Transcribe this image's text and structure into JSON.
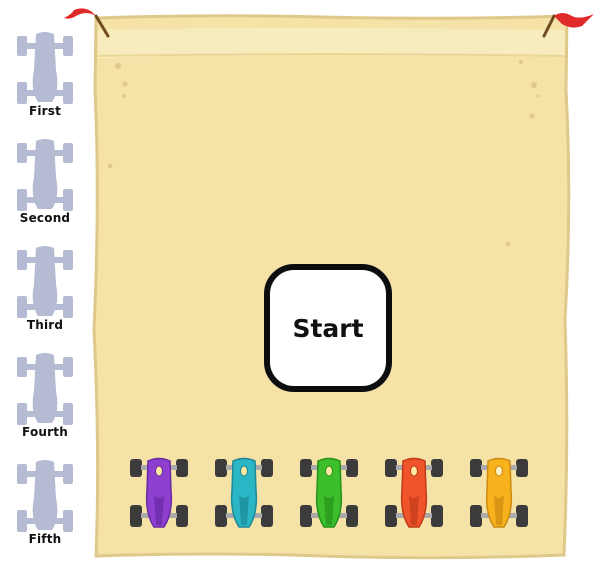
{
  "ranks": [
    {
      "label": "First"
    },
    {
      "label": "Second"
    },
    {
      "label": "Third"
    },
    {
      "label": "Fourth"
    },
    {
      "label": "Fifth"
    }
  ],
  "start": {
    "label": "Start"
  },
  "cars": [
    {
      "name": "purple",
      "color": "#8e3fd0",
      "dark": "#6a2aa3"
    },
    {
      "name": "cyan",
      "color": "#2bb6c6",
      "dark": "#1d8895"
    },
    {
      "name": "green",
      "color": "#3cbf2a",
      "dark": "#27901b"
    },
    {
      "name": "red",
      "color": "#f0542a",
      "dark": "#bf3a18"
    },
    {
      "name": "yellow",
      "color": "#f7b21e",
      "dark": "#cc8a10"
    }
  ],
  "colors": {
    "sand": "#f5e2a6",
    "sand_border": "#d9c07a",
    "flag": "#e02a2a",
    "placeholder_car": "#b4bbd2"
  }
}
